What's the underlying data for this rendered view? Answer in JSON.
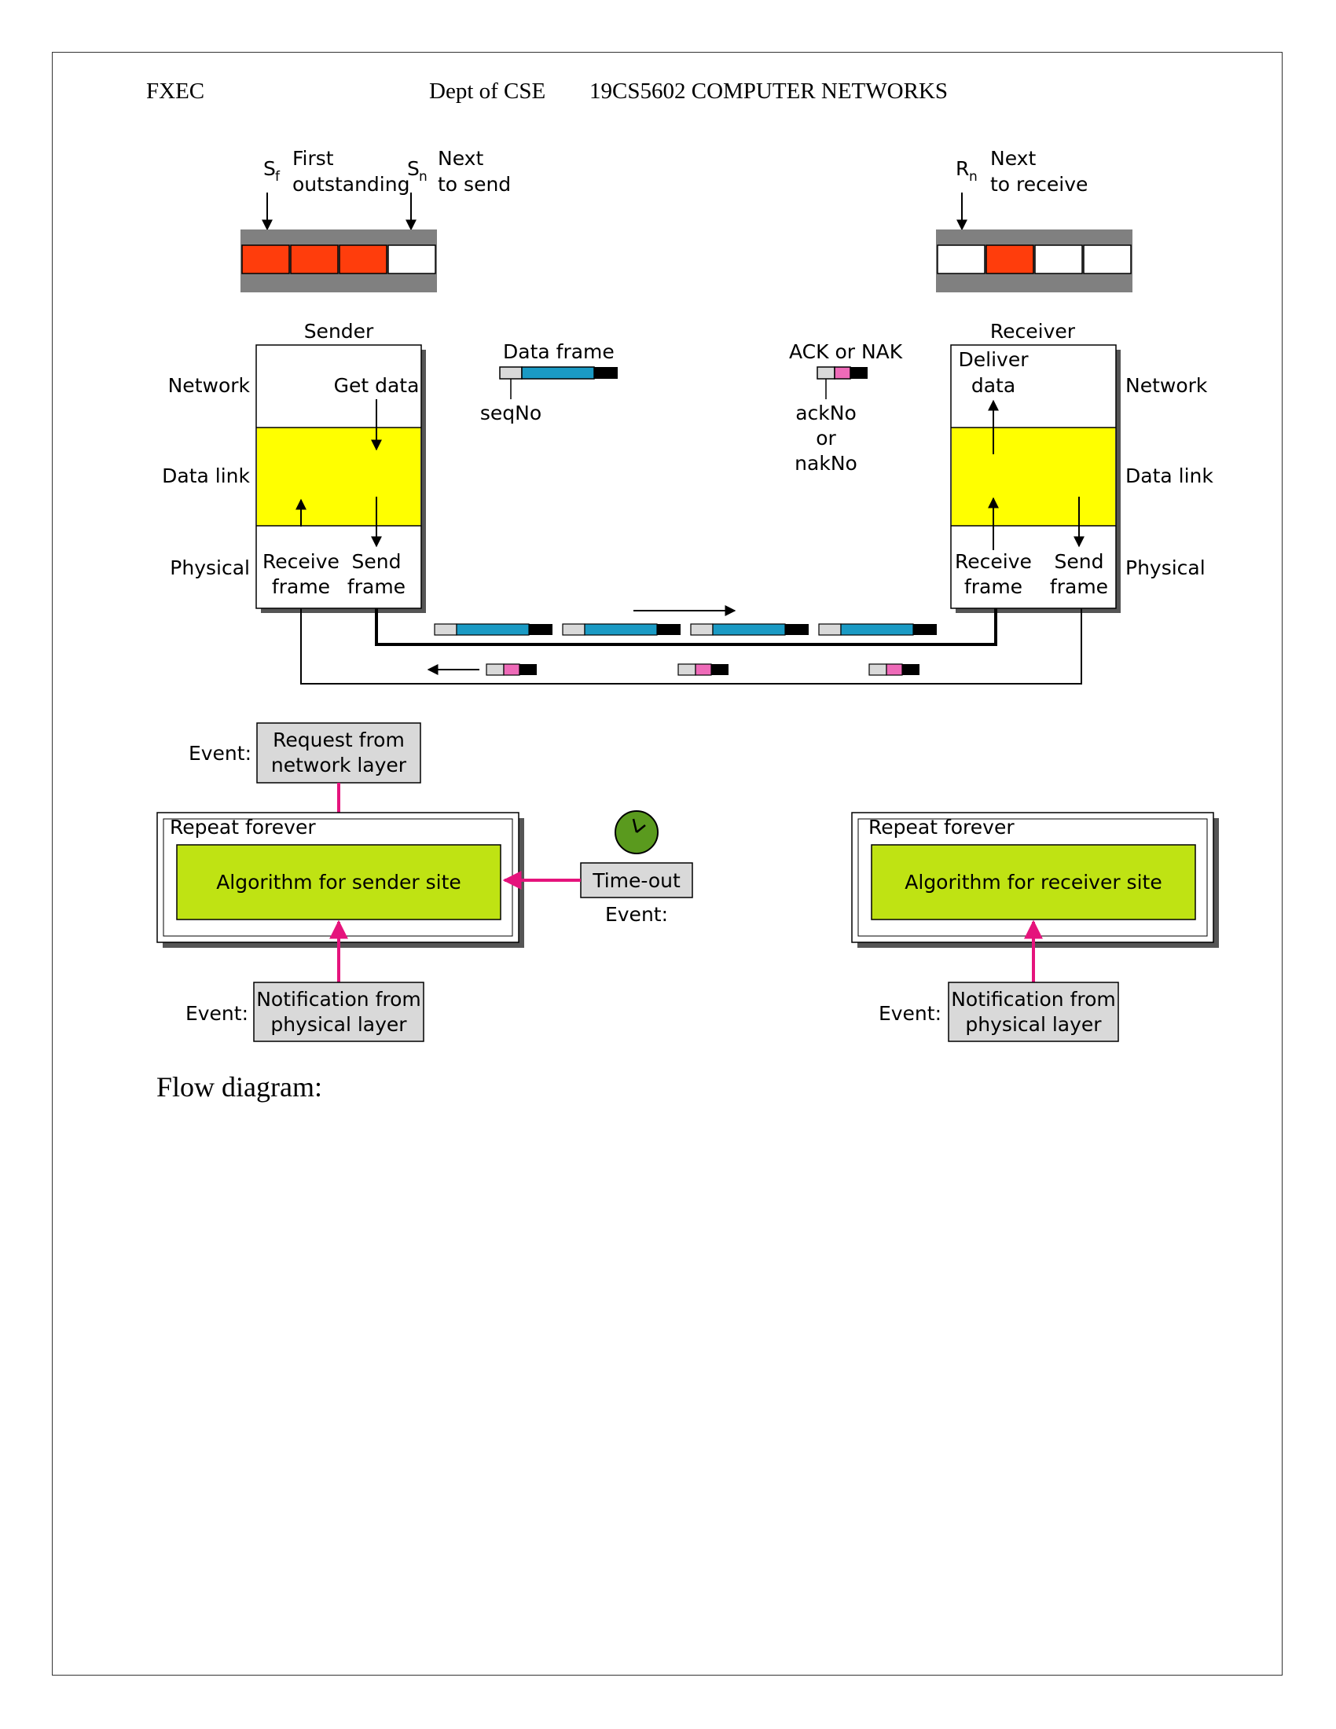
{
  "header": {
    "left": "FXEC",
    "dept": "Dept of CSE",
    "course": "19CS5602 COMPUTER NETWORKS"
  },
  "diagram": {
    "sender_window": {
      "sf_symbol": "S",
      "sf_sub": "f",
      "sf_label_line1": "First",
      "sf_label_line2": "outstanding",
      "sn_symbol": "S",
      "sn_sub": "n",
      "sn_label_line1": "Next",
      "sn_label_line2": "to send"
    },
    "receiver_window": {
      "rn_symbol": "R",
      "rn_sub": "n",
      "rn_label_line1": "Next",
      "rn_label_line2": "to receive"
    },
    "sender": {
      "title": "Sender",
      "get_data": "Get data",
      "receive_frame_1": "Receive",
      "receive_frame_2": "frame",
      "send_frame_1": "Send",
      "send_frame_2": "frame"
    },
    "receiver": {
      "title": "Receiver",
      "deliver_data_1": "Deliver",
      "deliver_data_2": "data",
      "receive_frame_1": "Receive",
      "receive_frame_2": "frame",
      "send_frame_1": "Send",
      "send_frame_2": "frame"
    },
    "layers": {
      "network": "Network",
      "datalink": "Data link",
      "physical": "Physical"
    },
    "data_frame": {
      "title": "Data frame",
      "seq": "seqNo"
    },
    "ack_frame": {
      "title": "ACK or NAK",
      "line1": "ackNo",
      "line2": "or",
      "line3": "nakNo"
    },
    "events": {
      "event_label": "Event:",
      "request_1": "Request from",
      "request_2": "network layer",
      "repeat": "Repeat forever",
      "sender_algo": "Algorithm for sender site",
      "receiver_algo": "Algorithm for receiver site",
      "timeout": "Time-out",
      "notify_1": "Notification from",
      "notify_2": "physical layer"
    },
    "colors": {
      "outstanding_red": "#ff3d0c",
      "datalink_yellow": "#ffff00",
      "algo_green": "#bfe313",
      "event_gray": "#d9d9d9",
      "frame_blue": "#1a9ac4",
      "ack_pink": "#ee6ab8",
      "event_arrow_magenta": "#e5137c",
      "clock_green": "#5a9a1e"
    }
  },
  "flow_caption": "Flow diagram:"
}
